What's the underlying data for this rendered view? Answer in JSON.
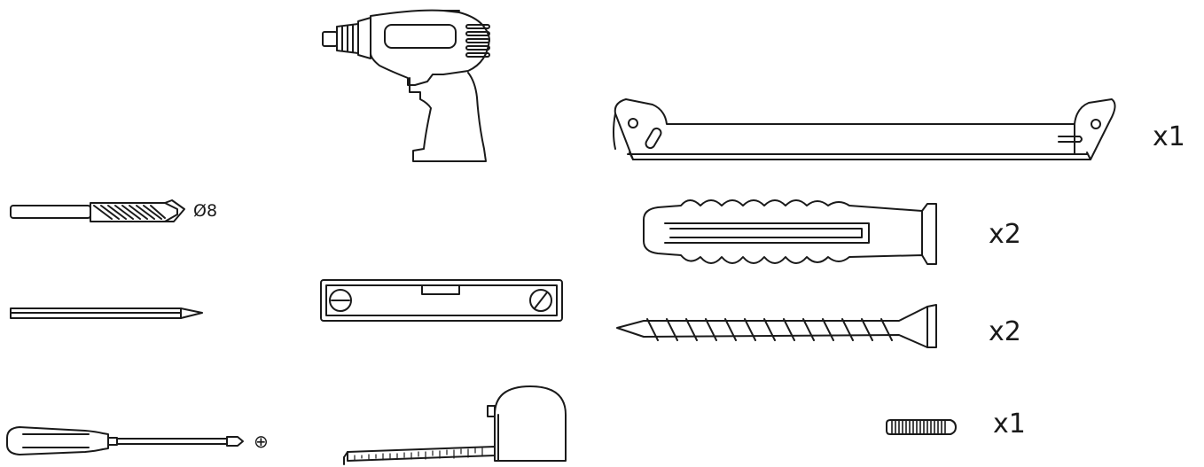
{
  "items": {
    "drill": {
      "icon": "power-drill-icon"
    },
    "drill_bit": {
      "icon": "drill-bit-icon",
      "size_label": "Ø8"
    },
    "pencil": {
      "icon": "pencil-icon"
    },
    "screwdriver": {
      "icon": "phillips-screwdriver-icon",
      "type_symbol": "⊕"
    },
    "spirit_level": {
      "icon": "spirit-level-icon"
    },
    "tape_measure": {
      "icon": "tape-measure-icon"
    },
    "bracket": {
      "icon": "wall-bracket-icon",
      "quantity": "x1"
    },
    "wall_plug": {
      "icon": "wall-plug-icon",
      "quantity": "x2"
    },
    "screw": {
      "icon": "screw-icon",
      "quantity": "x2"
    },
    "set_screw": {
      "icon": "set-screw-icon",
      "quantity": "x1"
    }
  },
  "colors": {
    "line": "#1a1a1a",
    "background": "#ffffff"
  }
}
